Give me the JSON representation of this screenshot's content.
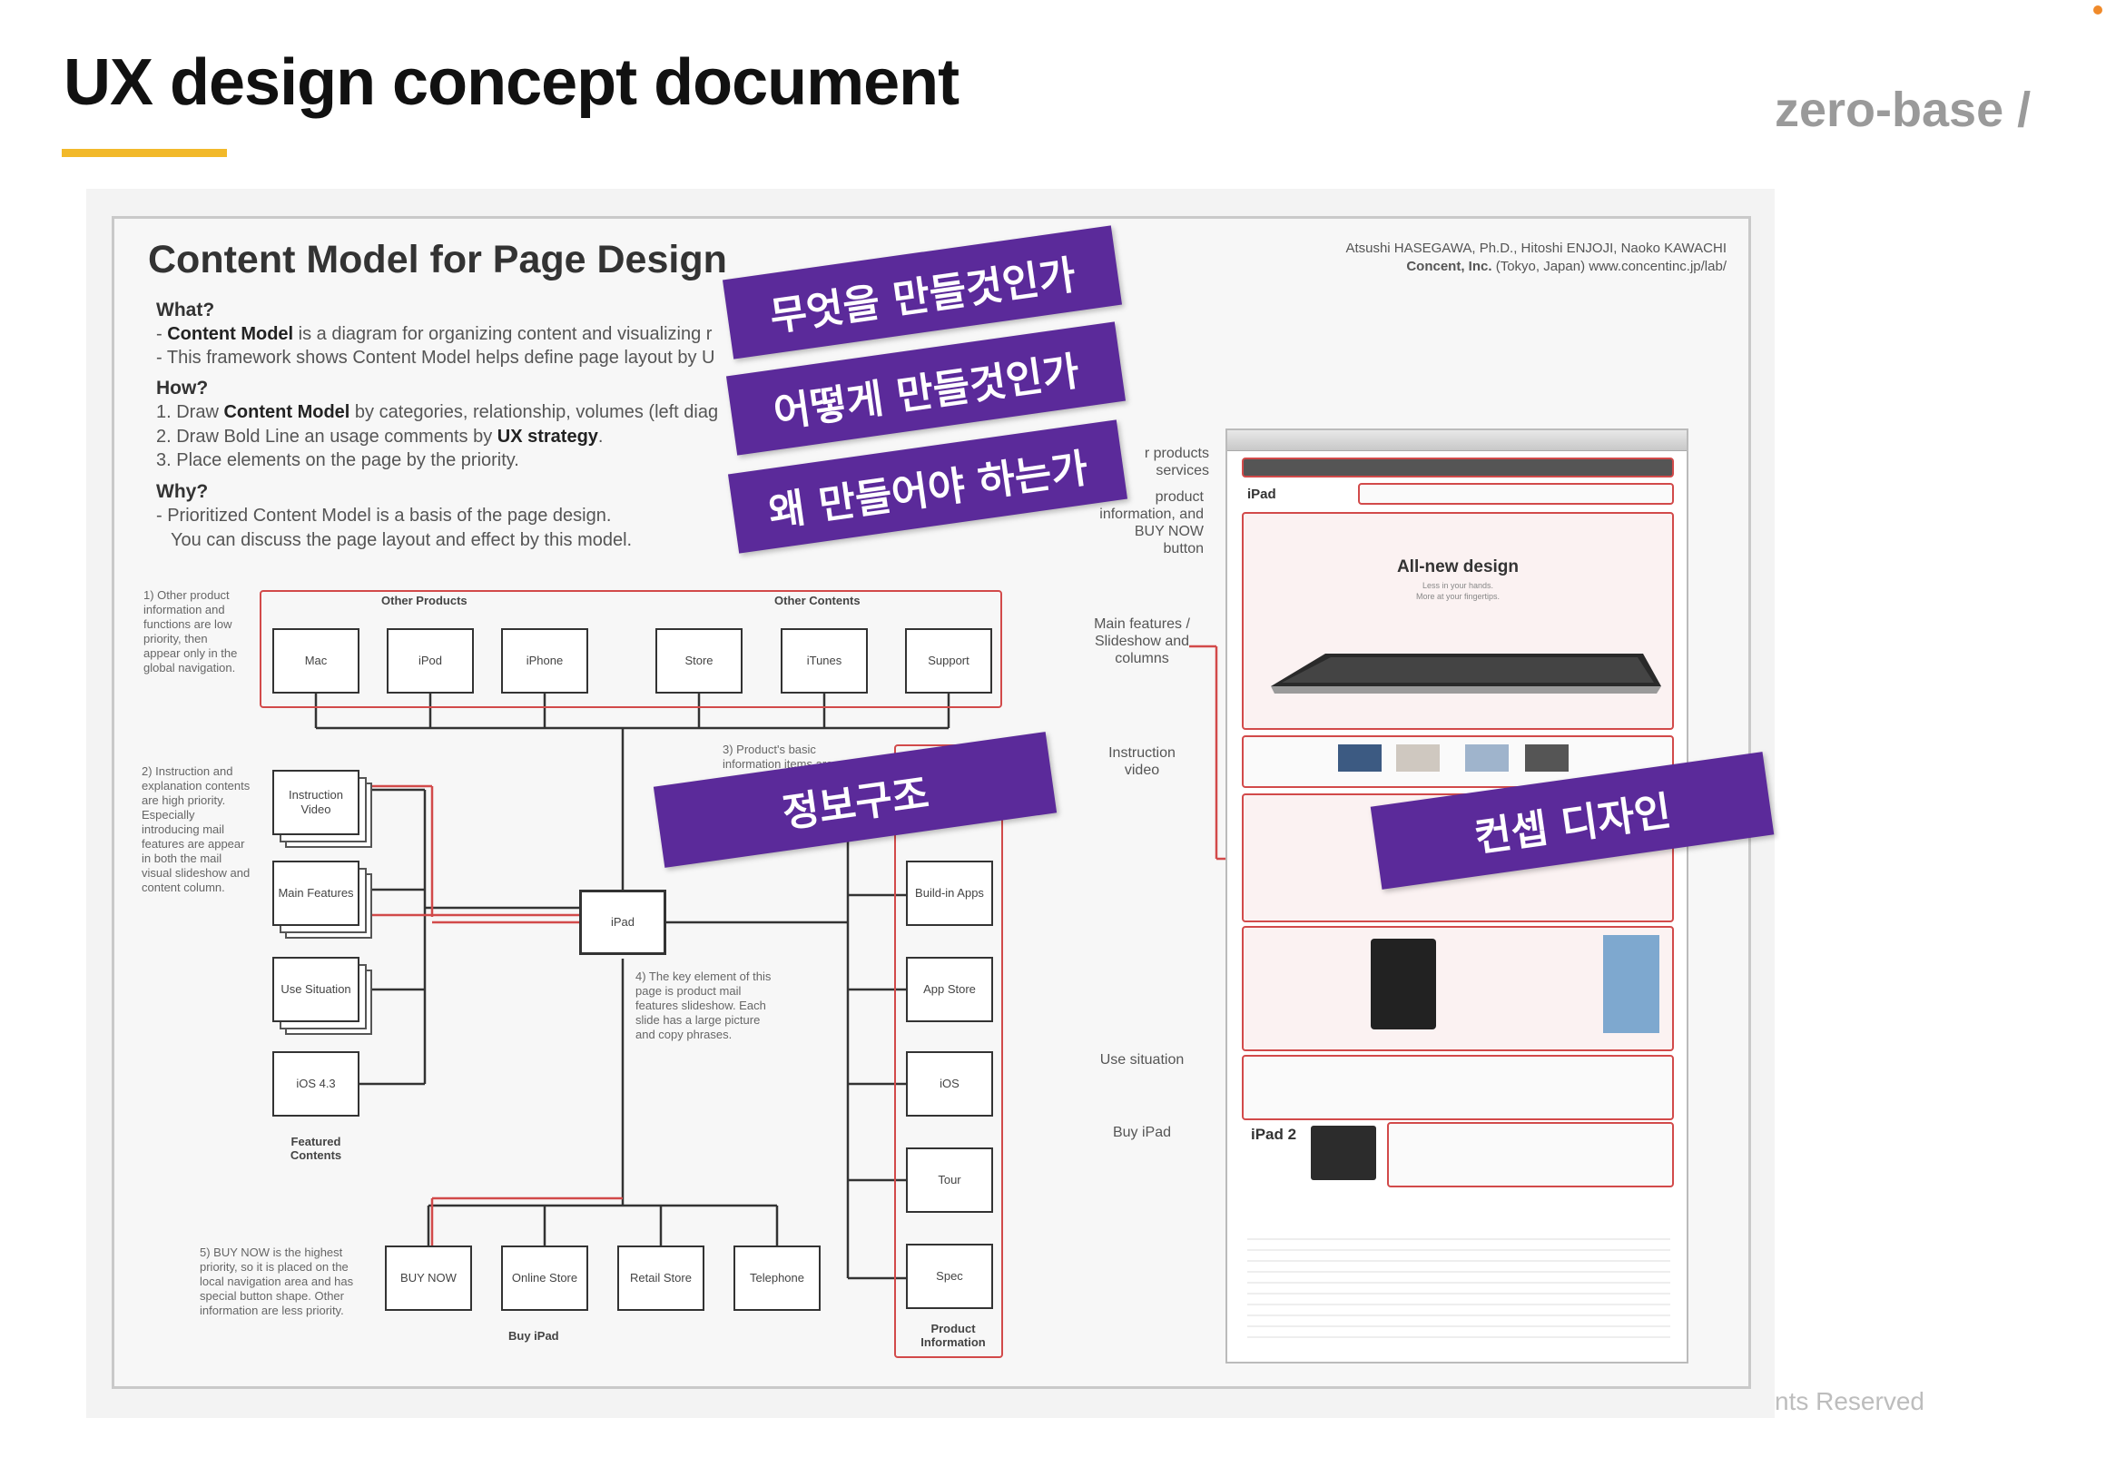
{
  "slide": {
    "title": "UX design concept document",
    "brand": "zero-base /",
    "footer": "nts Reserved"
  },
  "document": {
    "title": "Content Model for Page Design",
    "authors": "Atsushi HASEGAWA, Ph.D., Hitoshi ENJOJI, Naoko KAWACHI",
    "company": "Concent, Inc.",
    "company_rest": "(Tokyo, Japan) www.concentinc.jp/lab/",
    "what": {
      "heading": "What?",
      "line1_bold": "Content Model",
      "line1_rest": "is a diagram for organizing content and visualizing r",
      "line2": "- This framework shows Content Model helps define page layout by U"
    },
    "how": {
      "heading": "How?",
      "line1_pre": "1. Draw",
      "line1_bold": "Content Model",
      "line1_rest": "by categories, relationship, volumes (left diag",
      "line2_pre": "2. Draw Bold Line an usage comments by",
      "line2_bold": "UX strategy",
      "line3": "3. Place elements on the page by the priority."
    },
    "why": {
      "heading": "Why?",
      "line1": "- Prioritized Content Model is a basis of the page design.",
      "line2": "You can discuss the page layout and effect by this model."
    }
  },
  "diagram": {
    "groups": {
      "other_products": "Other Products",
      "other_contents": "Other Contents",
      "featured": "Featured Contents",
      "buy": "Buy iPad",
      "product_info": "Product Information"
    },
    "top_nodes": [
      "Mac",
      "iPod",
      "iPhone",
      "Store",
      "iTunes",
      "Support"
    ],
    "featured_nodes": [
      "Instruction Video",
      "Main Features",
      "Use Situation",
      "iOS 4.3"
    ],
    "right_nodes": [
      "Build-in Apps",
      "App Store",
      "iOS",
      "Tour",
      "Spec"
    ],
    "bottom_nodes": [
      "BUY NOW",
      "Online Store",
      "Retail Store",
      "Telephone"
    ],
    "center": "iPad",
    "notes": {
      "n1": "1) Other product information and functions are low priority, then appear only in the global navigation.",
      "n2": "2) Instruction and explanation contents are high priority. Especially introducing mail features are appear in both the mail visual slideshow and content column.",
      "n3": "3) Product's basic information items are",
      "n4": "4) The key element of this page is product mail features slideshow. Each slide has a large picture and copy phrases.",
      "n5": "5) BUY NOW is the highest priority, so it is placed on the local navigation area and has special button shape. Other information are less priority."
    }
  },
  "page_labels": {
    "products": "r products services",
    "product_info": "product information, and BUY NOW button",
    "main_features": "Main features / Slideshow and columns",
    "instruction": "Instruction video",
    "use": "Use situation",
    "buy": "Buy iPad"
  },
  "mockup": {
    "page_name": "iPad",
    "hero_title": "All-new design",
    "hero_sub1": "Less in your hands.",
    "hero_sub2": "More at your fingertips.",
    "ipad2": "iPad 2"
  },
  "banners": {
    "what": "무엇을 만들것인가",
    "how": "어떻게 만들것인가",
    "why": "왜 만들어야 하는가",
    "ia": "정보구조",
    "concept": "컨셉 디자인"
  },
  "colors": {
    "accent_underline": "#f2b92a",
    "banner_purple": "#5b2a9a",
    "diagram_red": "#d24a4a"
  }
}
